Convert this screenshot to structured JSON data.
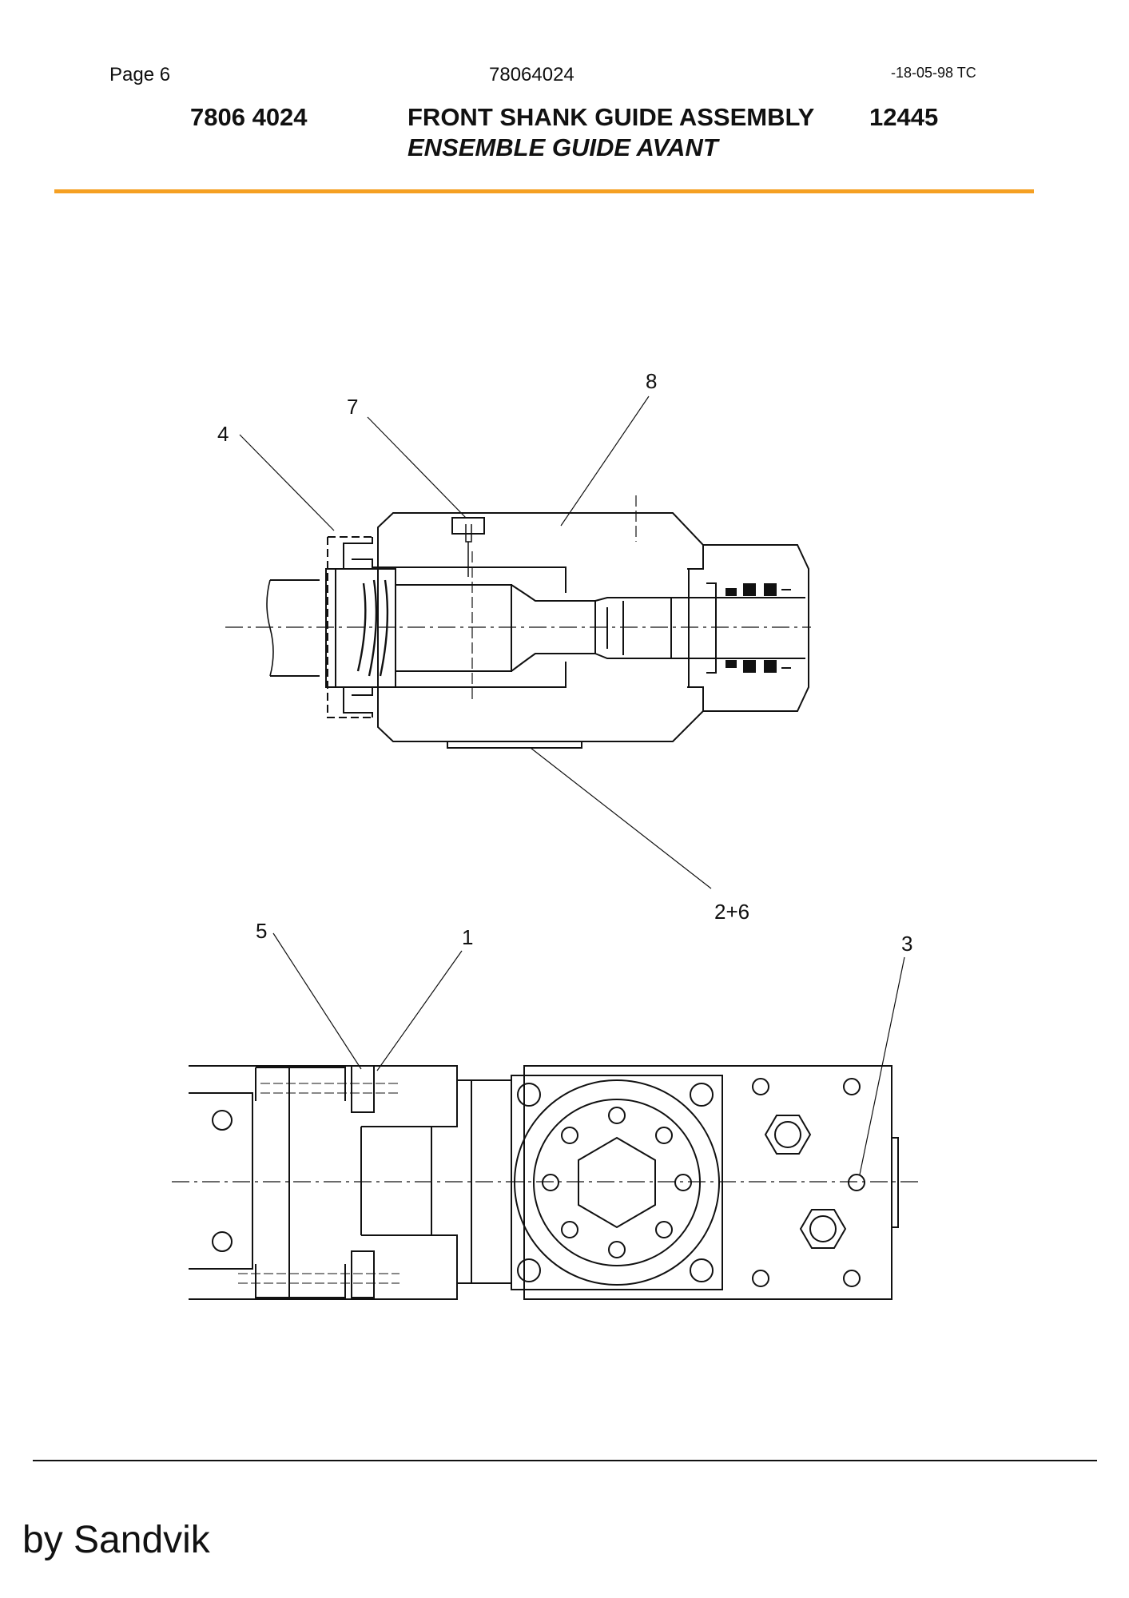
{
  "header": {
    "page": "Page 6",
    "doc_number": "78064024",
    "date": "-18-05-98 TC",
    "part_number": "7806 4024",
    "title_en": "FRONT SHANK GUIDE ASSEMBLY",
    "code": "12445",
    "title_fr": "ENSEMBLE GUIDE AVANT"
  },
  "colors": {
    "accent": "#F5A023",
    "line": "#111111"
  },
  "callouts": {
    "c4": "4",
    "c7": "7",
    "c8": "8",
    "c26": "2+6",
    "c5": "5",
    "c1": "1",
    "c3": "3"
  },
  "footer": {
    "brand": "by Sandvik"
  }
}
